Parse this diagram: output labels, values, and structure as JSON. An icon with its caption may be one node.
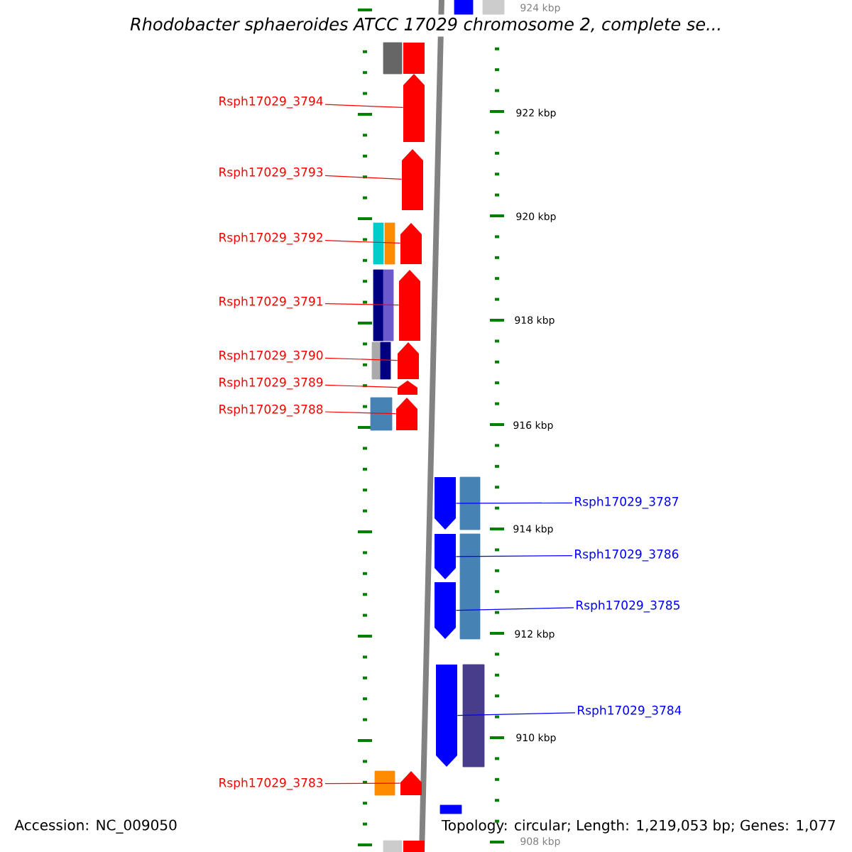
{
  "diagram": {
    "title": "Rhodobacter sphaeroides ATCC 17029 chromosome 2, complete se...",
    "nodes": [
      {
        "text": [
          "Rsph17029_3794"
        ]
      },
      {
        "text": [
          "Rsph17029_3793"
        ]
      },
      {
        "text": [
          "Rsph17029_3792"
        ]
      },
      {
        "text": [
          "Rsph17029_3791"
        ]
      },
      {
        "text": [
          "Rsph17029_3790"
        ]
      },
      {
        "text": [
          "Rsph17029_3789"
        ]
      },
      {
        "text": [
          "Rsph17029_3788"
        ]
      },
      {
        "text": [
          "Rsph17029_3787"
        ]
      },
      {
        "text": [
          "Rsph17029_3786"
        ]
      },
      {
        "text": [
          "Rsph17029_3785"
        ]
      },
      {
        "text": [
          "Rsph17029_3784"
        ]
      },
      {
        "text": [
          "Rsph17029_3783"
        ]
      },
      {
        "text": [],
        "shape": "arrow"
      },
      {
        "text": [],
        "shape": "arrow"
      },
      {
        "text": [],
        "shape": "arrow"
      },
      {
        "text": [],
        "shape": "arrow"
      },
      {
        "text": [],
        "shape": "arrow"
      },
      {
        "text": [],
        "shape": "arrow"
      },
      {
        "text": [],
        "shape": "arrow"
      },
      {
        "text": [],
        "shape": "arrow"
      },
      {
        "text": [],
        "shape": "arrow"
      },
      {
        "text": [],
        "shape": "arrow"
      },
      {
        "text": [],
        "shape": "arrow"
      },
      {
        "text": [],
        "shape": "arrow"
      },
      {
        "text": [],
        "shape": "box"
      },
      {
        "text": [],
        "shape": "box"
      }
    ],
    "edges": [
      {
        "from": 0,
        "to": 12,
        "arrow": "none"
      },
      {
        "from": 1,
        "to": 13,
        "arrow": "none"
      },
      {
        "from": 2,
        "to": 14,
        "arrow": "none"
      },
      {
        "from": 3,
        "to": 15,
        "arrow": "none"
      },
      {
        "from": 4,
        "to": 16,
        "arrow": "none"
      },
      {
        "from": 5,
        "to": 17,
        "arrow": "none"
      },
      {
        "from": 6,
        "to": 18,
        "arrow": "none"
      },
      {
        "from": 7,
        "to": 19,
        "arrow": "none",
        "color": "#0000ff"
      },
      {
        "from": 8,
        "to": 20,
        "arrow": "none",
        "color": "#0000ff"
      },
      {
        "from": 9,
        "to": 21,
        "arrow": "none",
        "color": "#0000ff"
      },
      {
        "from": 10,
        "to": 22,
        "arrow": "none",
        "color": "#0000ff"
      },
      {
        "from": 11,
        "to": 23,
        "arrow": "none"
      }
    ],
    "labels": [
      "924 kbp",
      "922 kbp",
      "920 kbp",
      "918 kbp",
      "916 kbp",
      "914 kbp",
      "912 kbp",
      "910 kbp",
      "908 kbp",
      "Accession: NC_009050",
      "Topology: circular; Length: 1,219,053 bp; Genes: 1,077"
    ]
  }
}
